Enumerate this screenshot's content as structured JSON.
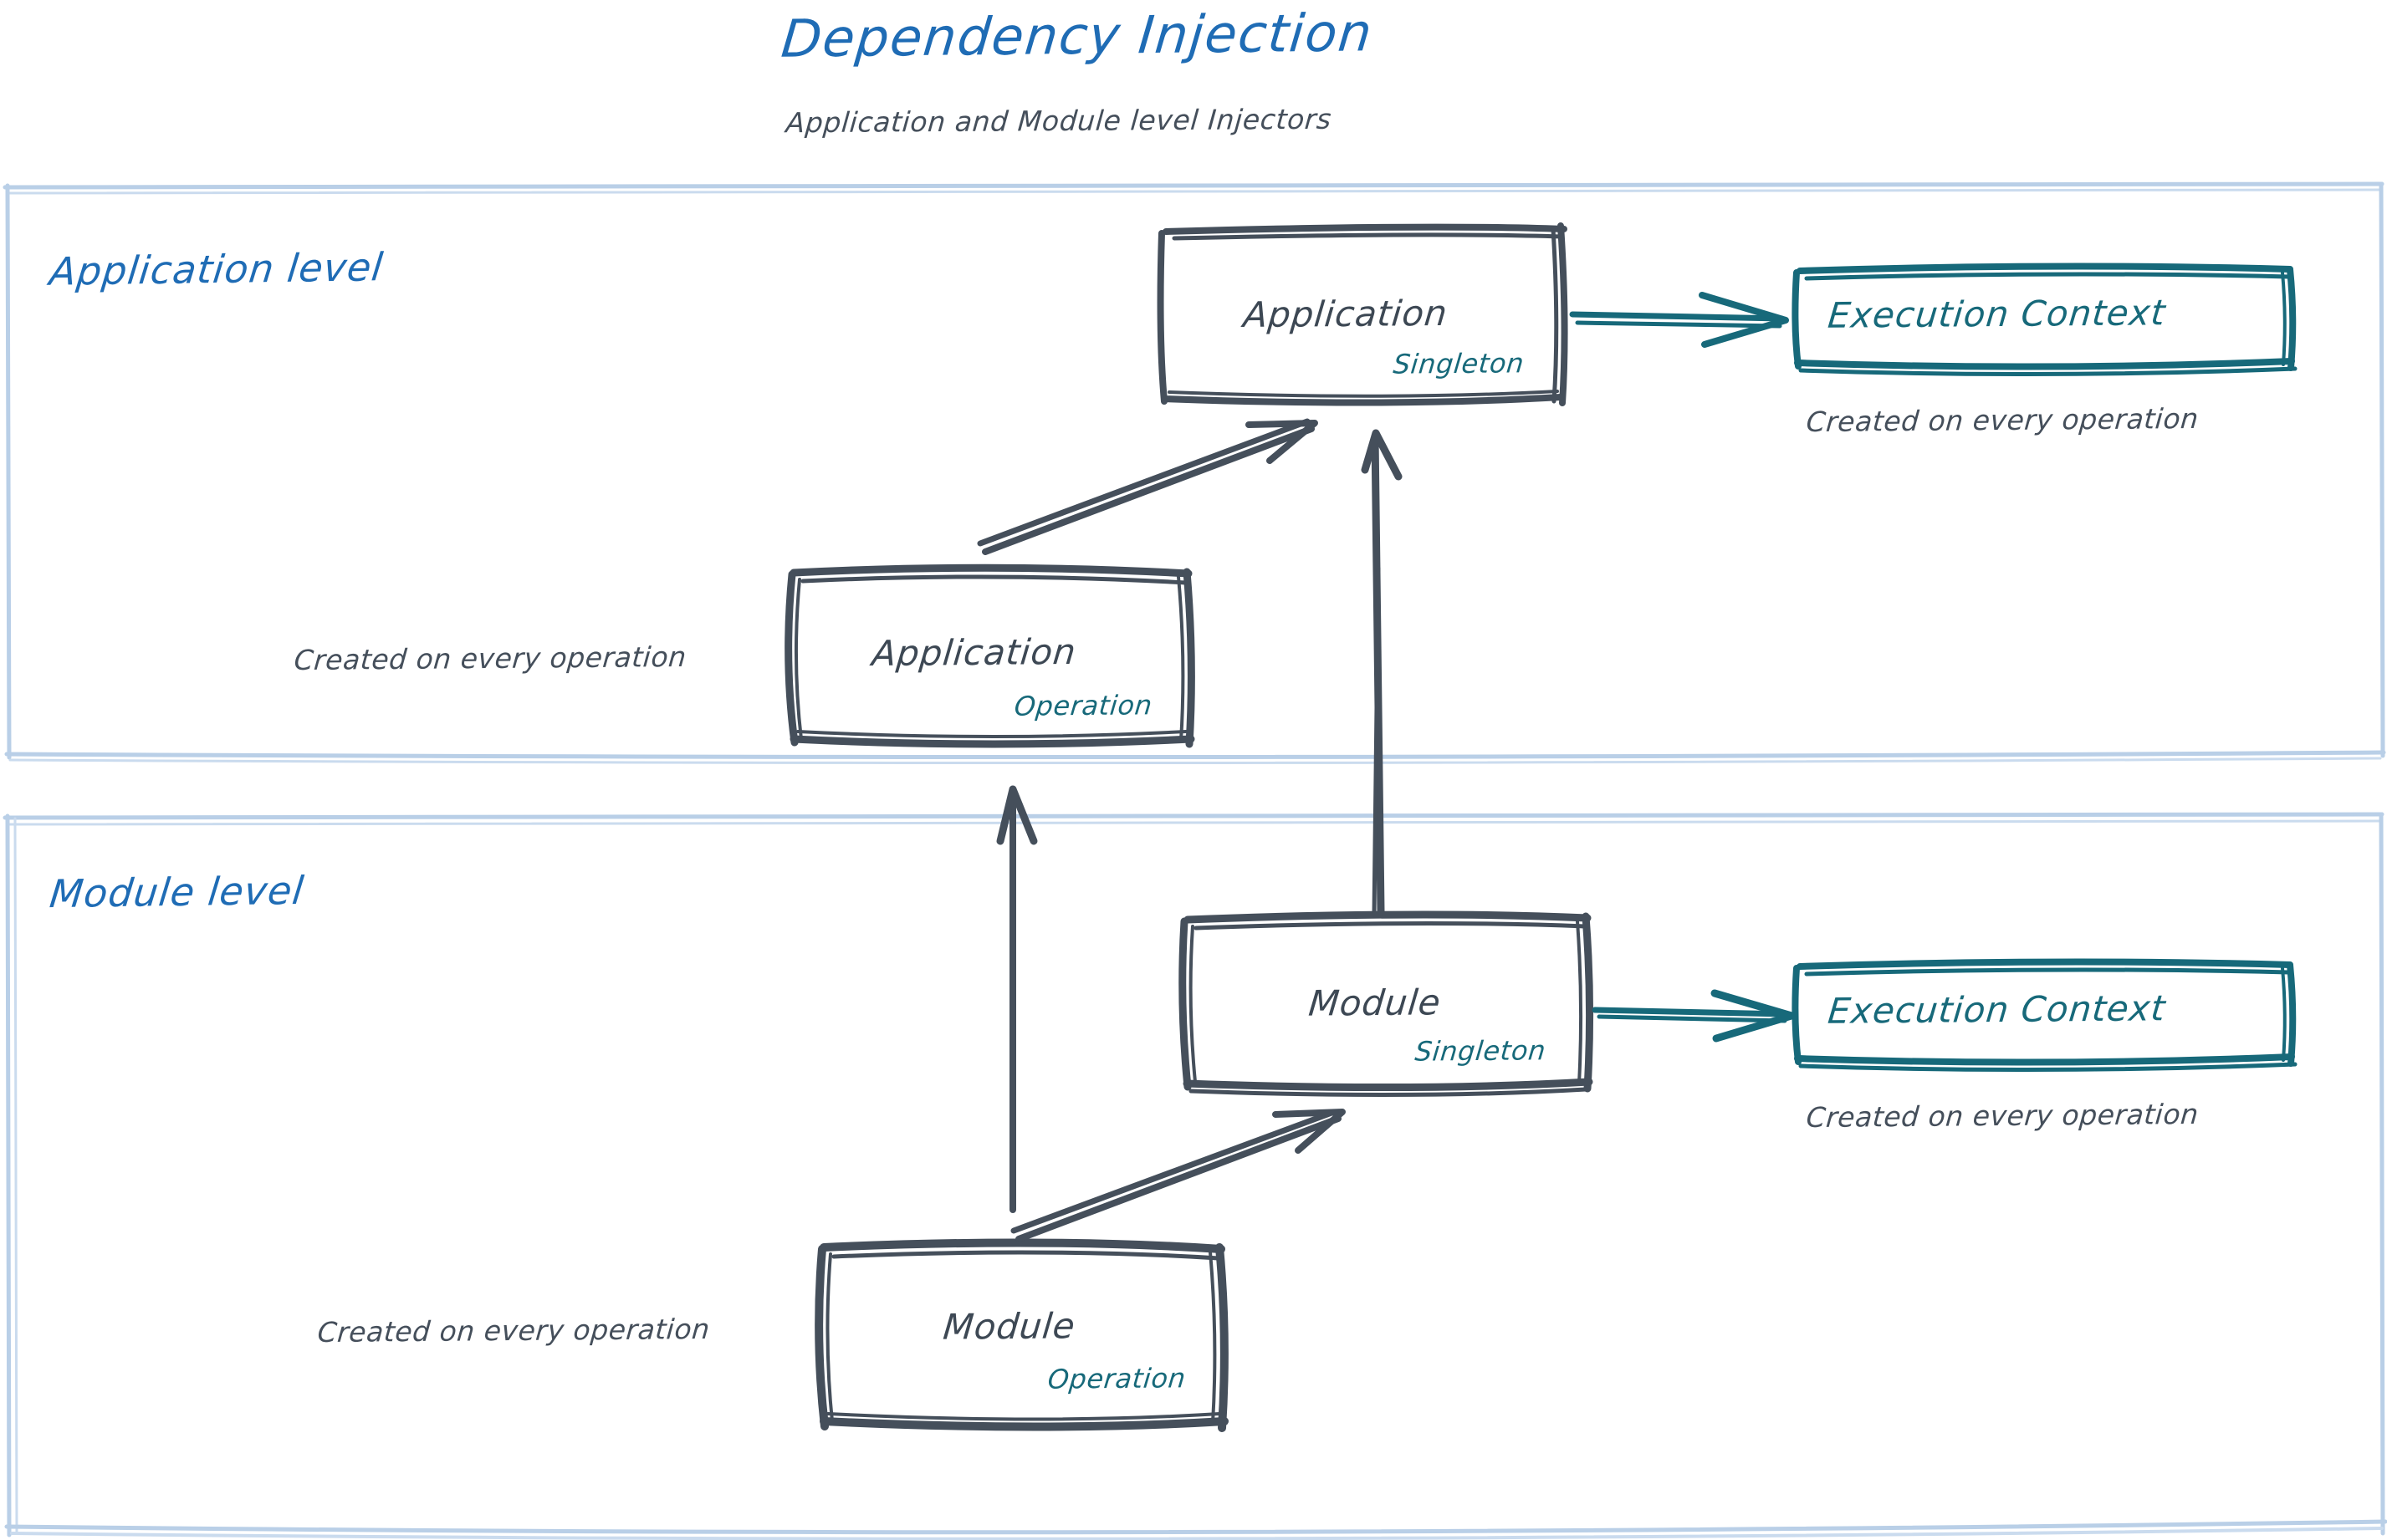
{
  "header": {
    "title": "Dependency Injection",
    "subtitle": "Application and Module level Injectors",
    "title_color": "#1f6cb5",
    "subtitle_color": "#454f5b"
  },
  "colors": {
    "accent_blue": "#1f6cb5",
    "container_border": "#b9cfe7",
    "node_stroke": "#454f5b",
    "teal": "#17697a",
    "note_text": "#454f5b"
  },
  "sections": [
    {
      "id": "application-level",
      "label": "Application level"
    },
    {
      "id": "module-level",
      "label": "Module level"
    }
  ],
  "nodes": {
    "app_singleton": {
      "title": "Application",
      "scope": "Singleton"
    },
    "app_operation": {
      "title": "Application",
      "scope": "Operation"
    },
    "module_singleton": {
      "title": "Module",
      "scope": "Singleton"
    },
    "module_operation": {
      "title": "Module",
      "scope": "Operation"
    },
    "app_execution_context": {
      "title": "Execution Context"
    },
    "module_execution_context": {
      "title": "Execution Context"
    }
  },
  "notes": {
    "app_ctx_note": "Created on every operation",
    "app_op_note": "Created on every operation",
    "module_ctx_note": "Created on every operation",
    "module_op_note": "Created on every operation"
  },
  "edges": [
    {
      "id": "app-to-exec-context",
      "from": "app_singleton",
      "to": "app_execution_context",
      "color": "#17697a",
      "style": "arrow"
    },
    {
      "id": "app-operation-to-app-singleton",
      "from": "app_operation",
      "to": "app_singleton",
      "color": "#454f5b",
      "style": "double-line-arrow"
    },
    {
      "id": "module-singleton-to-app-singleton",
      "from": "module_singleton",
      "to": "app_singleton",
      "color": "#454f5b",
      "style": "arrow"
    },
    {
      "id": "module-to-exec-context",
      "from": "module_singleton",
      "to": "module_execution_context",
      "color": "#17697a",
      "style": "arrow"
    },
    {
      "id": "module-operation-to-module-singleton",
      "from": "module_operation",
      "to": "module_singleton",
      "color": "#454f5b",
      "style": "double-line-arrow"
    },
    {
      "id": "module-operation-to-app-operation",
      "from": "module_operation",
      "to": "app_operation",
      "color": "#454f5b",
      "style": "arrow"
    }
  ]
}
